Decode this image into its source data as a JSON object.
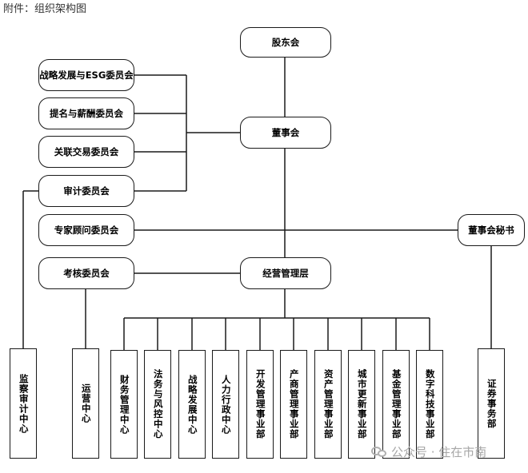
{
  "caption": "附件：组织架构图",
  "top_boxes": {
    "shareholders": "股东会",
    "board": "董事会",
    "management": "经营管理层",
    "board_secretary": "董事会秘书"
  },
  "committees": {
    "strategy_esg": "战略发展与ESG委员会",
    "nomination": "提名与薪酬委员会",
    "related_party": "关联交易委员会",
    "audit": "审计委员会",
    "expert": "专家顾问委员会",
    "assessment": "考核委员会"
  },
  "bottom_units": {
    "audit_center": "监察审计中心",
    "operations_center": "运营中心",
    "finance": "财务管理中心",
    "legal_risk": "法务与风控中心",
    "strategy_dev": "战略发展中心",
    "hr_admin": "人力行政中心",
    "development": "开发管理事业部",
    "industry_business": "产商管理事业部",
    "asset": "资产管理事业部",
    "urban_renewal": "城市更新事业部",
    "fund": "基金管理事业部",
    "digital_tech": "数字科技事业部",
    "securities": "证券事务部"
  },
  "watermark": {
    "text": "公众号 · 住在市南"
  }
}
